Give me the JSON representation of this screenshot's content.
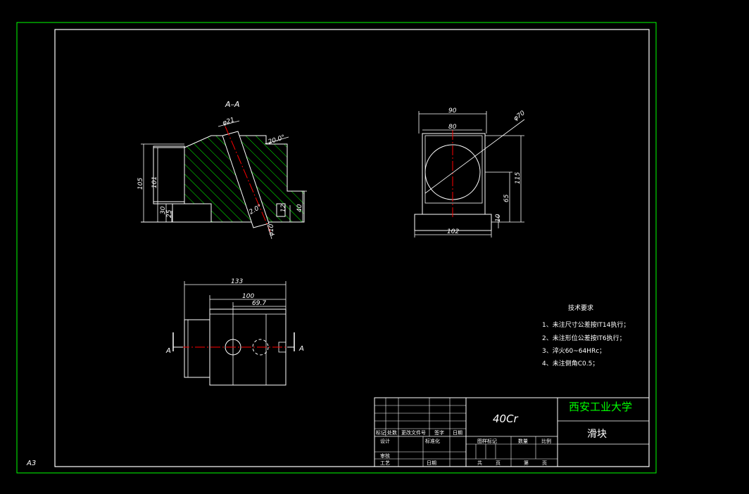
{
  "sheet": {
    "size_label": "A3",
    "colors": {
      "background": "#000000",
      "outer_frame": "#00ff00",
      "lines": "#ffffff",
      "hatch": "#00ff00",
      "centerline": "#ff0000",
      "title_green": "#00ff00"
    }
  },
  "section_view": {
    "title": "A–A",
    "dims": {
      "dia_top": "φ21",
      "angle_top": "20.0°",
      "height_105": "105",
      "height_101": "101",
      "height_30": "30",
      "height_25": "25",
      "angle_mid": "2.0°",
      "height_12": "12",
      "height_40": "40",
      "dia_bottom": "φ10"
    }
  },
  "right_view": {
    "dims": {
      "width_90": "90",
      "width_80": "80",
      "dia_70": "φ70",
      "height_115": "115",
      "height_65": "65",
      "height_10": "10",
      "width_102": "102"
    }
  },
  "plan_view": {
    "dims": {
      "width_133": "133",
      "width_100": "100",
      "width_69": "69.7"
    },
    "section_labels": {
      "left": "A",
      "right": "A"
    }
  },
  "technical_requirements": {
    "title": "技术要求",
    "items": [
      "1、未注尺寸公差按IT14执行；",
      "2、未注形位公差按IT6执行；",
      "3、淬火60~64HRc；",
      "4、未注倒角C0.5；"
    ]
  },
  "title_block": {
    "material": "40Cr",
    "school": "西安工业大学",
    "part_name": "滑块",
    "rev_headers": [
      "标记",
      "处数",
      "更改文件号",
      "签字",
      "日期"
    ],
    "roles": {
      "design": "设计",
      "standard": "标准化",
      "review": "审核",
      "process": "工艺",
      "date": "日期"
    },
    "stage_headers": {
      "stage_mark": "图样标记",
      "quantity": "数量",
      "scale": "比例"
    },
    "sheet_info": {
      "total": "共",
      "total_unit": "页",
      "current": "第",
      "current_unit": "页"
    }
  }
}
